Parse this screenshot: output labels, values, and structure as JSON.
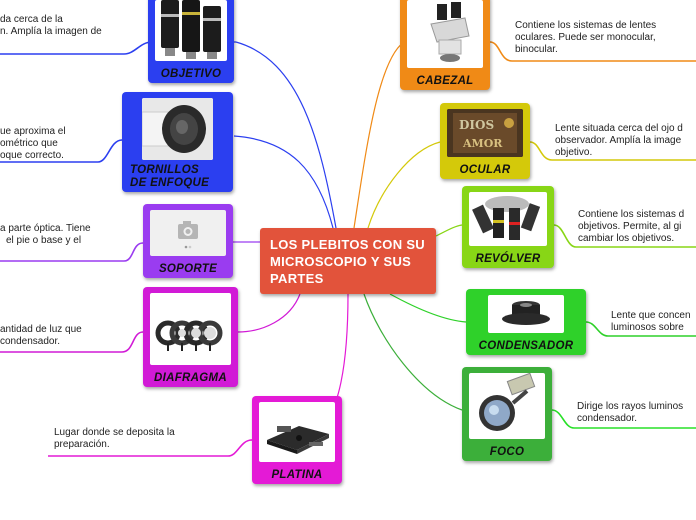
{
  "central_topic": "LOS PLEBITOS CON SU MICROSCOPIO Y SUS PARTES",
  "branches": [
    {
      "key": "objetivo",
      "label": "OBJETIVO",
      "color": "#2b3ff0",
      "description": [
        "da cerca de la",
        "n. Amplía la imagen de"
      ]
    },
    {
      "key": "tornillos",
      "label": "TORNILLOS DE ENFOQUE",
      "label_lines": [
        "TORNILLOS",
        "DE ENFOQUE"
      ],
      "color": "#2b3ff0",
      "description": [
        "ue aproxima el",
        "ométrico que",
        "oque correcto."
      ]
    },
    {
      "key": "soporte",
      "label": "SOPORTE",
      "color": "#9a3cf0",
      "description": [
        "a parte óptica. Tiene",
        "el pie o base y el"
      ]
    },
    {
      "key": "diafragma",
      "label": "DIAFRAGMA",
      "color": "#d11ad6",
      "description": [
        "antidad de luz que",
        " condensador."
      ]
    },
    {
      "key": "platina",
      "label": "PLATINA",
      "color": "#e41ad6",
      "description": [
        "Lugar donde se deposita la",
        "preparación."
      ]
    },
    {
      "key": "cabezal",
      "label": "CABEZAL",
      "color": "#f08a16",
      "description": [
        "Contiene los sistemas de lentes",
        "oculares. Puede ser monocular,",
        "binocular."
      ]
    },
    {
      "key": "ocular",
      "label": "OCULAR",
      "color": "#d4c90a",
      "description": [
        "Lente situada cerca del ojo d",
        "observador. Amplía la image",
        "objetivo."
      ]
    },
    {
      "key": "revolver",
      "label": "REVÓLVER",
      "color": "#88d616",
      "description": [
        "Contiene los sistemas d",
        "objetivos. Permite, al gi",
        "cambiar los objetivos."
      ]
    },
    {
      "key": "condensador",
      "label": "CONDENSADOR",
      "color": "#2fd12a",
      "description": [
        "Lente que concen",
        "luminosos sobre"
      ]
    },
    {
      "key": "foco",
      "label": "FOCO",
      "color": "#3caf3a",
      "description": [
        "Dirige los rayos luminos",
        "condensador."
      ]
    }
  ],
  "image_text": {
    "ocular_sign_top": "DIOS",
    "ocular_sign_bottom": "AMOR"
  }
}
